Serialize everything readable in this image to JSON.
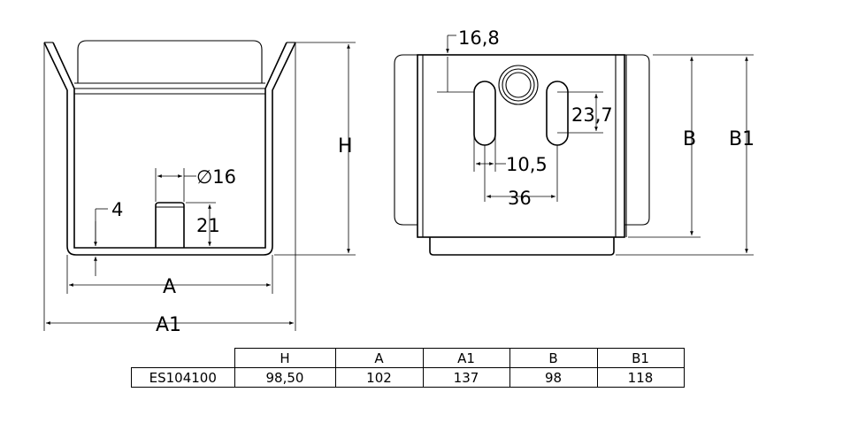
{
  "labels": {
    "h": "H",
    "a": "A",
    "a1": "A1",
    "b": "B",
    "b1": "B1",
    "dim_4": "4",
    "dim_16": "∅16",
    "dim_21": "21",
    "dim_16_8": "16,8",
    "dim_23_7": "23,7",
    "dim_10_5": "10,5",
    "dim_36": "36"
  },
  "table": {
    "headers": [
      "H",
      "A",
      "A1",
      "B",
      "B1"
    ],
    "rows": [
      {
        "code": "ES104100",
        "values": [
          "98,50",
          "102",
          "137",
          "98",
          "118"
        ]
      }
    ]
  }
}
